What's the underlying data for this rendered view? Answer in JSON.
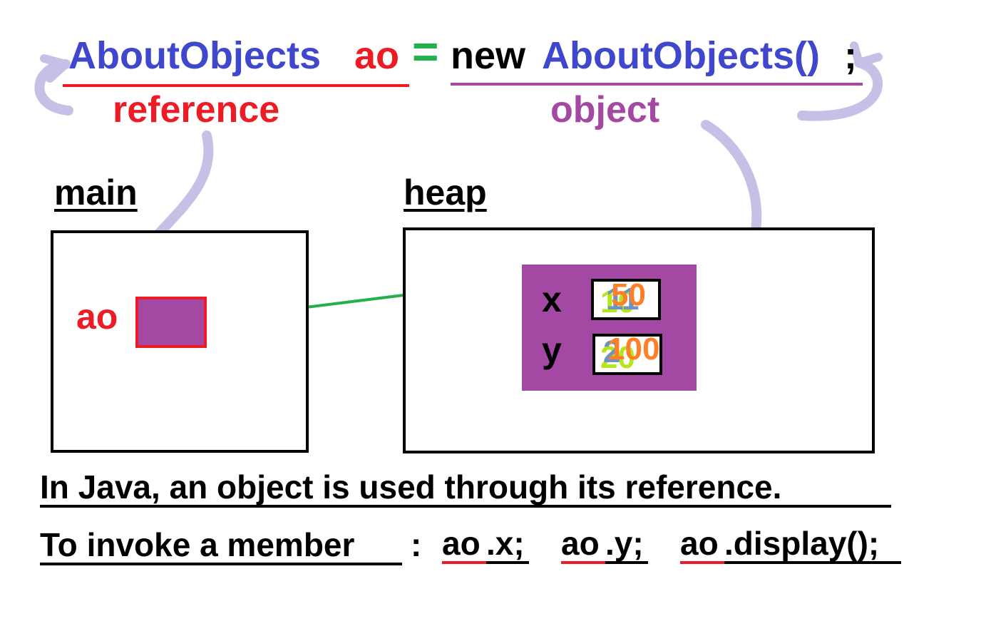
{
  "statement": {
    "type_name": "AboutObjects",
    "var_name": "ao",
    "equals": "=",
    "new_kw": "new",
    "ctor": "AboutObjects()",
    "semicolon": ";"
  },
  "labels": {
    "reference": "reference",
    "object": "object"
  },
  "sections": {
    "main": "main",
    "heap": "heap"
  },
  "main_frame": {
    "ref_label": "ao"
  },
  "heap_object": {
    "fields": [
      {
        "name": "x",
        "old_values": [
          "10",
          "11"
        ],
        "value": "50"
      },
      {
        "name": "y",
        "old_values": [
          "20",
          "2"
        ],
        "value": "100"
      }
    ]
  },
  "explanation": {
    "line1": "In Java, an object is used through its reference.",
    "line2_prefix": "To invoke a member",
    "line2_colon": ":",
    "examples": [
      {
        "ref": "ao",
        "member": ".x;"
      },
      {
        "ref": "ao",
        "member": ".y;"
      },
      {
        "ref": "ao",
        "member": ".display();"
      }
    ]
  },
  "colors": {
    "blue": "#3f48cc",
    "red": "#ed1c24",
    "purple": "#a349a4",
    "green": "#22b14c",
    "lavender": "#c8bfe7",
    "orange": "#ff7f27",
    "light_green": "#b5e61d",
    "light_blue": "#7092be"
  }
}
